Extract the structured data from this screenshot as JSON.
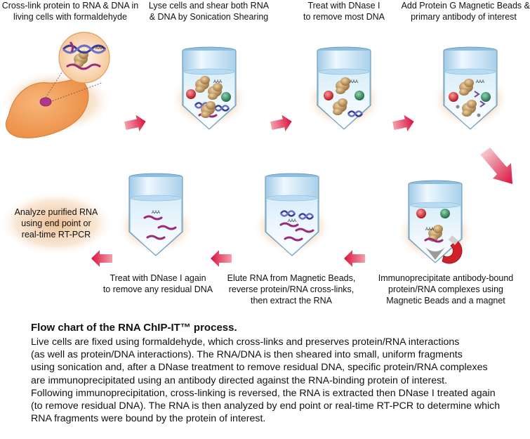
{
  "steps": [
    {
      "line1": "Cross-link protein to RNA & DNA in",
      "line2": "living cells with formaldehyde"
    },
    {
      "line1": "Lyse cells and shear both RNA",
      "line2": "& DNA by Sonication Shearing"
    },
    {
      "line1": "Treat with DNase I",
      "line2": "to remove most DNA"
    },
    {
      "line1": "Add Protein G Magnetic Beads &",
      "line2": "primary antibody of interest"
    },
    {
      "line1": "Immunoprecipitate antibody-bound",
      "line2": "protein/RNA complexes using",
      "line3": "Magnetic Beads and a magnet"
    },
    {
      "line1": "Elute RNA from Magnetic Beads,",
      "line2": "reverse protein/RNA cross-links,",
      "line3": "then extract the RNA"
    },
    {
      "line1": "Treat with DNase I again",
      "line2": "to remove any residual DNA"
    },
    {
      "line1": "Analyze purified RNA",
      "line2": "using end point or",
      "line3": "real-time RT-PCR"
    }
  ],
  "labels": {
    "poly_a": "AAA"
  },
  "legend": {
    "title": "Flow chart of the RNA ChIP-IT™ process.",
    "lines": [
      "Live cells are fixed using formaldehyde, which cross-links and preserves protein/RNA interactions",
      "(as well as protein/DNA interactions). The RNA/DNA is then sheared into small, uniform fragments",
      "using sonication and, after a DNase treatment to remove residual DNA, specific protein/RNA complexes",
      "are immunoprecipitated using an antibody directed against the RNA-binding protein of interest.",
      "Following immunoprecipitation, cross-linking is reversed, the RNA is extracted then DNase I treated again",
      "(to remove residual DNA). The RNA is then analyzed by end point or real-time RT-PCR to determine which",
      "RNA fragments were bound by the protein of interest."
    ]
  },
  "colors": {
    "arrow": "#d8123b",
    "cell": "#f4a564",
    "tube_liquid": "#cfe8f6",
    "protein": "#c9a36a",
    "rna": "#9b2a7a",
    "dna": "#3a3d9a",
    "magnet": "#d0202a"
  }
}
